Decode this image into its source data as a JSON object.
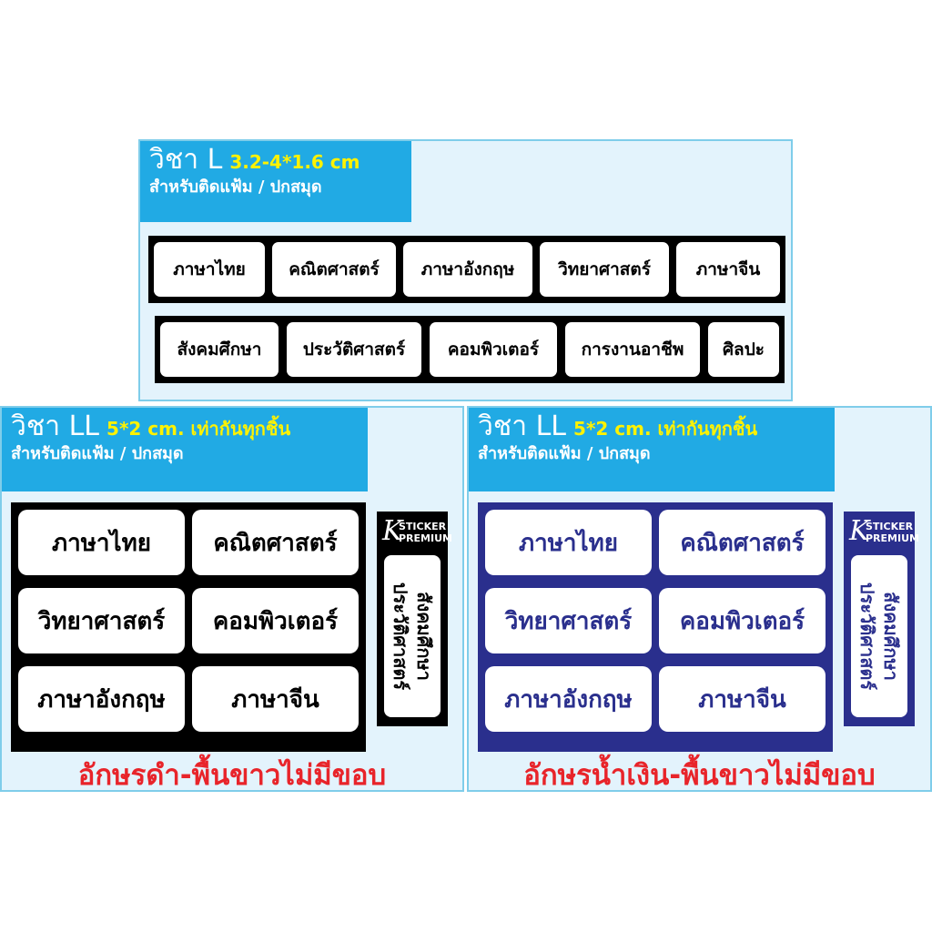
{
  "panel_l": {
    "title": "วิชา L",
    "size": "3.2-4*1.6 cm",
    "subtitle": "สำหรับติดแฟ้ม / ปกสมุด",
    "row1": [
      "ภาษาไทย",
      "คณิตศาสตร์",
      "ภาษาอังกฤษ",
      "วิทยาศาสตร์",
      "ภาษาจีน"
    ],
    "row2": [
      "สังคมศึกษา",
      "ประวัติศาสตร์",
      "คอมพิวเตอร์",
      "การงานอาชีพ",
      "ศิลปะ"
    ]
  },
  "panel_ll_black": {
    "title": "วิชา LL",
    "size": "5*2 cm. เท่ากันทุกชิ้น",
    "subtitle": "สำหรับติดแฟ้ม / ปกสมุด",
    "labels": [
      "ภาษาไทย",
      "คณิตศาสตร์",
      "วิทยาศาสตร์",
      "คอมพิวเตอร์",
      "ภาษาอังกฤษ",
      "ภาษาจีน"
    ],
    "logo_k": "K",
    "logo_line1": "STICKER",
    "logo_line2": "PREMIUM",
    "vertical_line1": "สังคมศึกษา",
    "vertical_line2": "ประวัติศาสตร์",
    "caption": "อักษรดำ-พื้นขาวไม่มีขอบ"
  },
  "panel_ll_blue": {
    "title": "วิชา LL",
    "size": "5*2 cm. เท่ากันทุกชิ้น",
    "subtitle": "สำหรับติดแฟ้ม / ปกสมุด",
    "labels": [
      "ภาษาไทย",
      "คณิตศาสตร์",
      "วิทยาศาสตร์",
      "คอมพิวเตอร์",
      "ภาษาอังกฤษ",
      "ภาษาจีน"
    ],
    "logo_k": "K",
    "logo_line1": "STICKER",
    "logo_line2": "PREMIUM",
    "vertical_line1": "สังคมศึกษา",
    "vertical_line2": "ประวัติศาสตร์",
    "caption": "อักษรน้ำเงิน-พื้นขาวไม่มีขอบ"
  },
  "colors": {
    "header_bg": "#21aae4",
    "panel_bg": "#e3f3fc",
    "size_text": "#fff200",
    "navy": "#2a2f8d",
    "caption_red": "#e8242a"
  }
}
